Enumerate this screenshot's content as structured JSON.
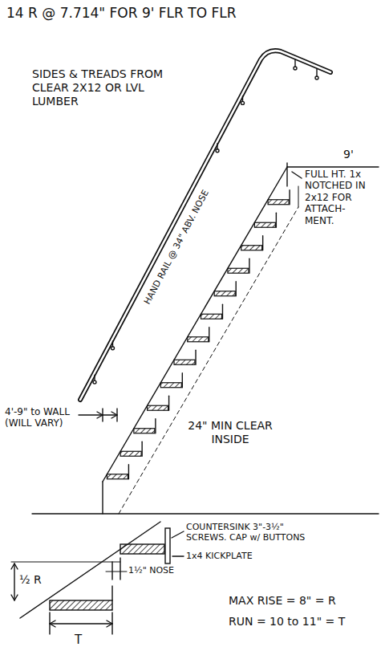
{
  "diagram": {
    "title": "14 R @ 7.714\" FOR 9' FLR TO FLR",
    "labels": [
      "SIDES & TREADS FROM CLEAR 2X12 OR LVL LUMBER",
      "HAND RAIL @ 34\" ABV. NOSE",
      "9'",
      "FULL HT. 1x NOTCHED IN 2x12 FOR ATTACH- MENT.",
      "4'-9\" to WALL (WILL VARY)",
      "24\" MIN CLEAR INSIDE",
      "COUNTERSINK 3\"-3½\" SCREWS. CAP w/ BUTTONS",
      "1x4 KICKPLATE",
      "1½\" NOSE",
      "½ R",
      "T",
      "MAX RISE = 8\" = R",
      "RUN = 10 to 11\" = T"
    ]
  }
}
